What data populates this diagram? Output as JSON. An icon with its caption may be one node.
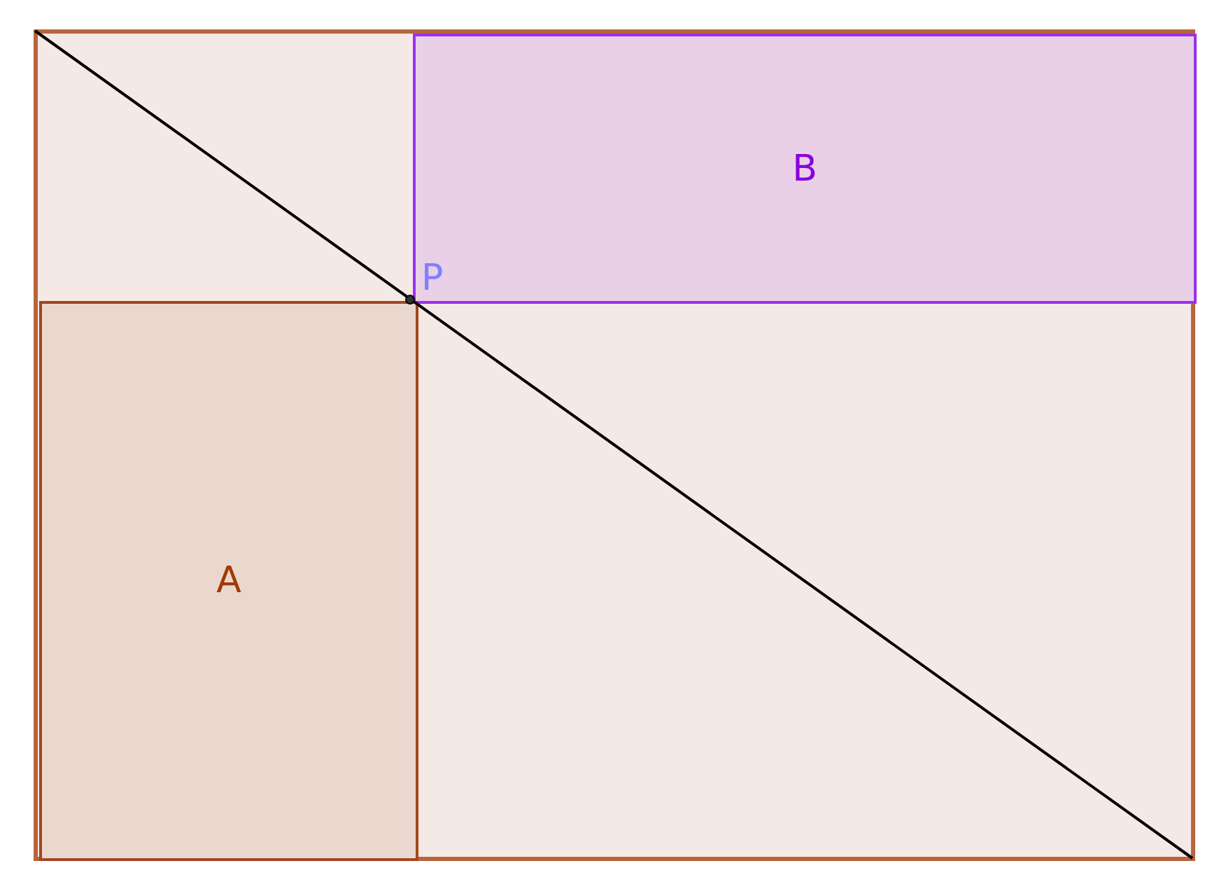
{
  "diagram": {
    "nodes": [
      {
        "text": [],
        "shape": "box"
      },
      {
        "text": [
          "A"
        ],
        "in": 0
      },
      {
        "text": [
          "B"
        ],
        "in": 0
      }
    ],
    "labels": [
      "P"
    ]
  }
}
